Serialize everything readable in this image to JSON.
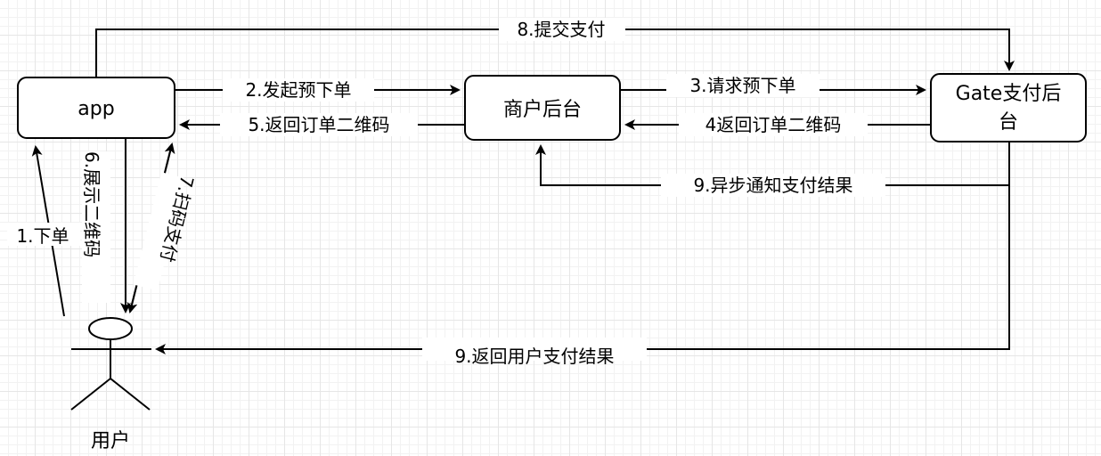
{
  "nodes": {
    "app": "app",
    "merchant": "商户后台",
    "gate_line1": "Gate支付后",
    "gate_line2": "台",
    "user": "用户"
  },
  "edges": {
    "e1": "1.下单",
    "e2": "2.发起预下单",
    "e3": "3.请求预下单",
    "e4": "4返回订单二维码",
    "e5": "5.返回订单二维码",
    "e6": "6.展示二维码",
    "e7": "7.扫码支付",
    "e8": "8.提交支付",
    "e9a": "9.异步通知支付结果",
    "e9b": "9.返回用户支付结果"
  },
  "colors": {
    "stroke": "#000000",
    "fill": "#ffffff",
    "grid": "#e6e6e6"
  }
}
